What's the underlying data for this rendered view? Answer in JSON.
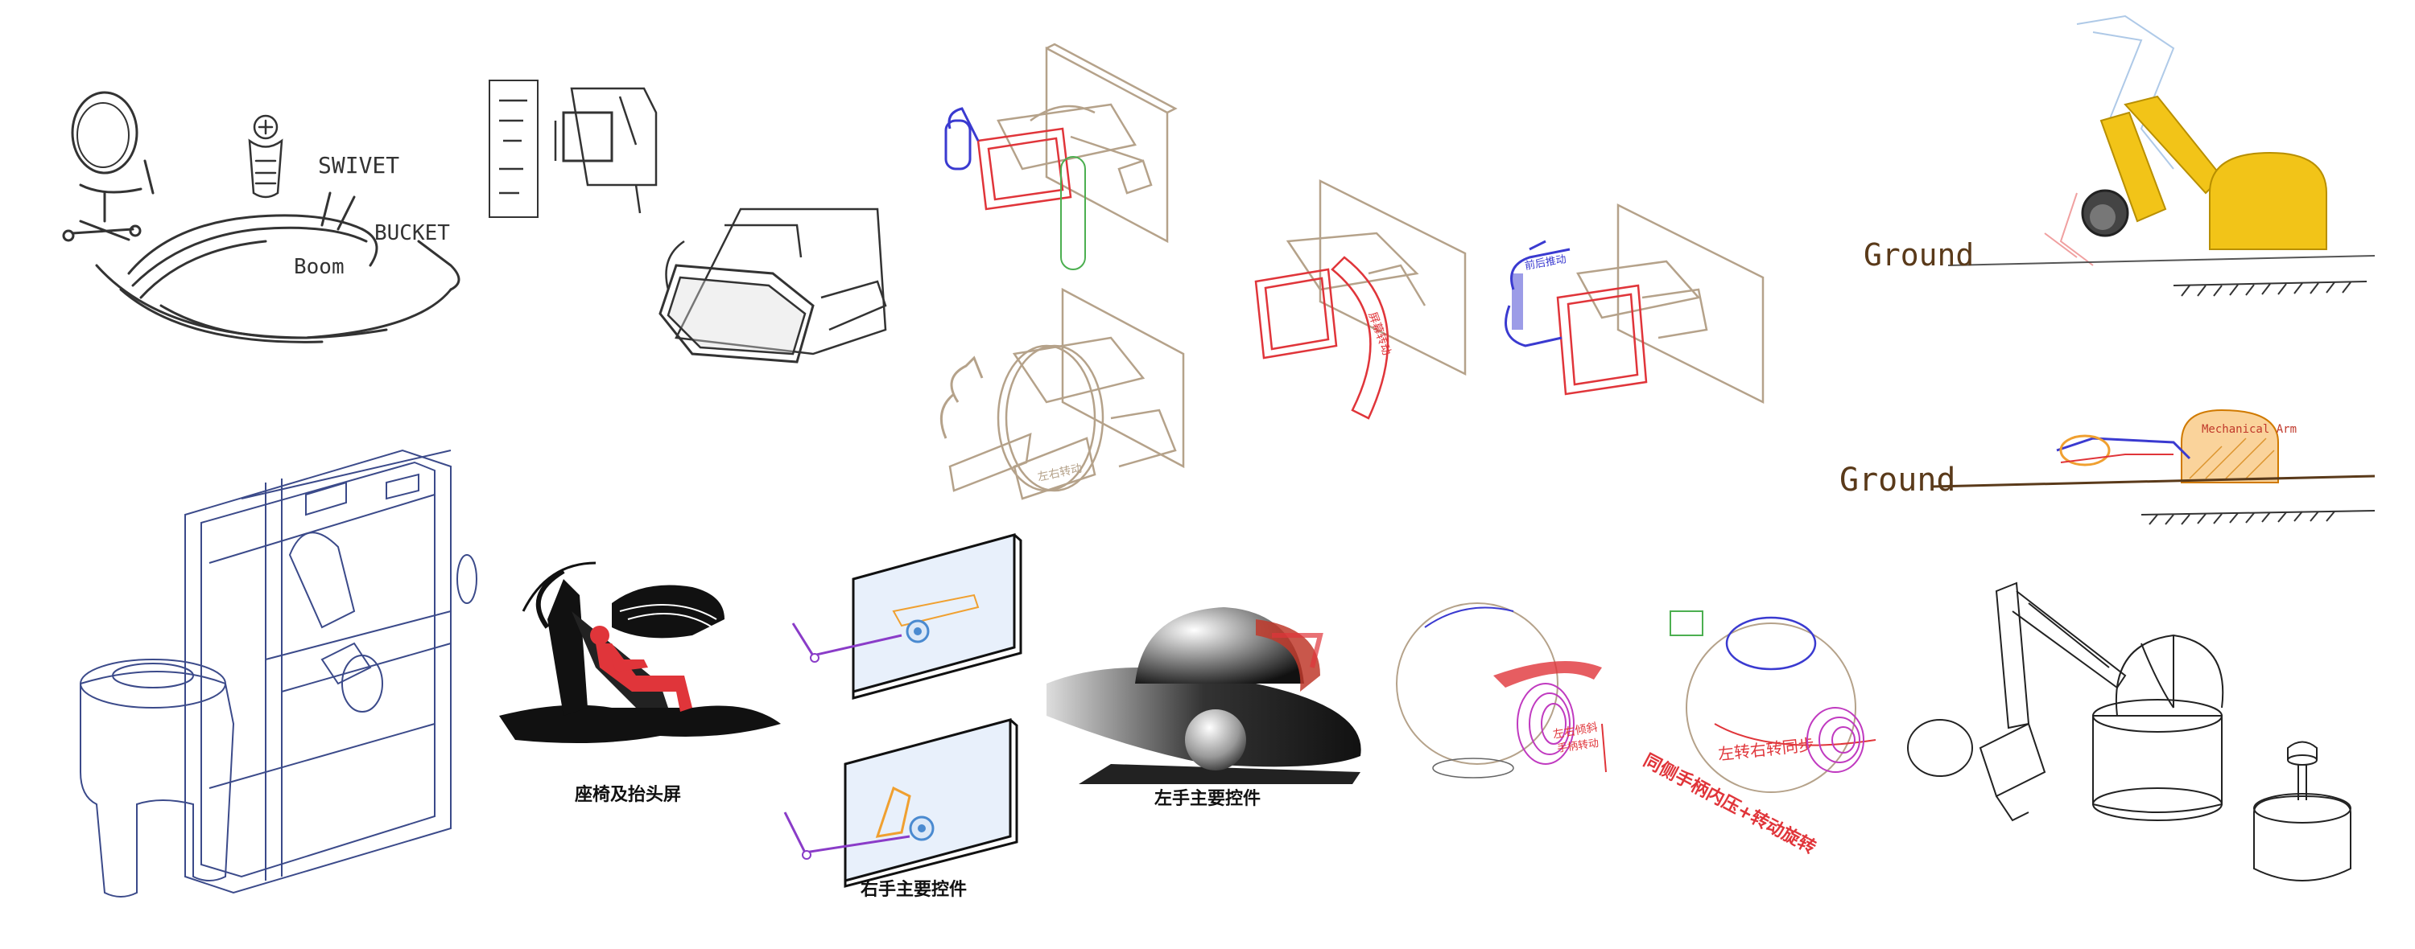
{
  "sketch_labels": {
    "swivel": "SWIVET",
    "bucket": "BUCKET",
    "boom": "Boom",
    "ground_1": "Ground",
    "ground_2": "Ground",
    "mechanical_arm": "Mechanical Arm"
  },
  "captions": {
    "seat_screen": "座椅及抬头屏",
    "right_hand": "右手主要控件",
    "left_hand": "左手主要控件"
  },
  "annotations": {
    "rotate_arrow": "左右转动",
    "screen_arrow": "屏幕转动",
    "push_arrow": "前后推动",
    "handle_tilt": "左右倾斜",
    "sphere_label": "手柄转动",
    "ring_label": "左转右转同步",
    "diagonal_text": "同侧手柄内压+转动旋转"
  },
  "colors": {
    "ink": "#2b2b2b",
    "sketch_brown": "#b5a28a",
    "red": "#e0353a",
    "blue": "#3a3ad0",
    "purple": "#8a3cc8",
    "yellow": "#f2c418",
    "orange": "#f0a030",
    "green": "#4caf50",
    "dark_brown": "#5a3a1a"
  }
}
